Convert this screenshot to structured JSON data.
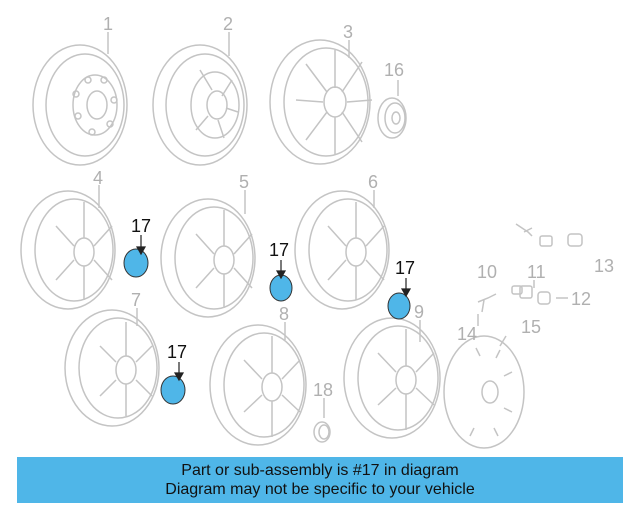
{
  "callouts": {
    "n1": "1",
    "n2": "2",
    "n3": "3",
    "n4": "4",
    "n5": "5",
    "n6": "6",
    "n7": "7",
    "n8": "8",
    "n9": "9",
    "n10": "10",
    "n11": "11",
    "n12": "12",
    "n13": "13",
    "n14": "14",
    "n15": "15",
    "n16": "16",
    "n18": "18",
    "n17a": "17",
    "n17b": "17",
    "n17c": "17",
    "n17d": "17"
  },
  "banner": {
    "line1": "Part or sub-assembly is #17 in diagram",
    "line2": "Diagram may not be specific to your vehicle"
  },
  "colors": {
    "line_art": "#c4c4c4",
    "highlight_part": "#4fb6e8",
    "banner_bg": "#4fb6e8"
  }
}
